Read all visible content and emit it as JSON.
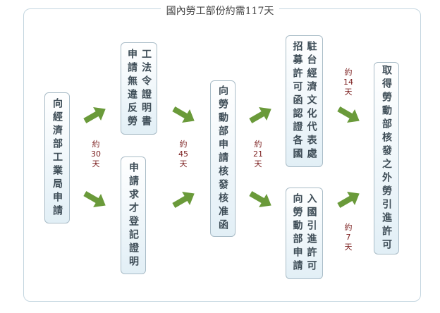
{
  "title": "國內勞工部份約需117天",
  "boxes": {
    "b1": [
      "向經濟部工業局申請"
    ],
    "b2": [
      "工法令證明書",
      "申請無違反勞"
    ],
    "b3": [
      "申請求才登記證明"
    ],
    "b4": [
      "向勞動部申請核發核准函"
    ],
    "b5": [
      "駐台經濟文化代表處",
      "招募許可函認證各國"
    ],
    "b6": [
      "入國引進許可",
      "向勞動部申請"
    ],
    "b7": [
      "取得勞動部核發之外勞引進許可"
    ]
  },
  "durations": {
    "d30": {
      "prefix": "約",
      "days": "30",
      "unit": "天"
    },
    "d45": {
      "prefix": "約",
      "days": "45",
      "unit": "天"
    },
    "d21": {
      "prefix": "約",
      "days": "21",
      "unit": "天"
    },
    "d14": {
      "prefix": "約",
      "days": "14",
      "unit": "天"
    },
    "d7": {
      "prefix": "約",
      "days": "7",
      "unit": "天"
    }
  },
  "colors": {
    "arrow": "#6a9a3a",
    "duration": "#7a1c1c"
  }
}
